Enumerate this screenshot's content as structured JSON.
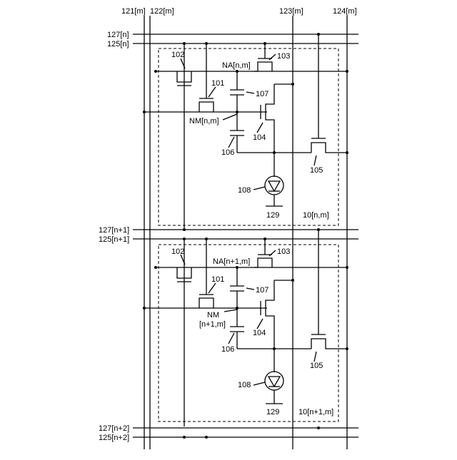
{
  "columns": {
    "c121": "121[m]",
    "c122": "122[m]",
    "c123": "123[m]",
    "c124": "124[m]"
  },
  "rows": {
    "r127n": "127[n]",
    "r125n": "125[n]",
    "r127n1": "127[n+1]",
    "r125n1": "125[n+1]",
    "r127n2": "127[n+2]",
    "r125n2": "125[n+2]"
  },
  "pixels": [
    {
      "t102": "102",
      "t103": "103",
      "t101": "101",
      "t107": "107",
      "na": "NA[n,m]",
      "nm1": "NM[n,m]",
      "nm2": "",
      "t104": "104",
      "t106": "106",
      "t105": "105",
      "t108": "108",
      "t129": "129",
      "cell": "10[n,m]"
    },
    {
      "t102": "102",
      "t103": "103",
      "t101": "101",
      "t107": "107",
      "na": "NA[n+1,m]",
      "nm1": "NM",
      "nm2": "[n+1,m]",
      "t104": "104",
      "t106": "106",
      "t105": "105",
      "t108": "108",
      "t129": "129",
      "cell": "10[n+1,m]"
    }
  ]
}
